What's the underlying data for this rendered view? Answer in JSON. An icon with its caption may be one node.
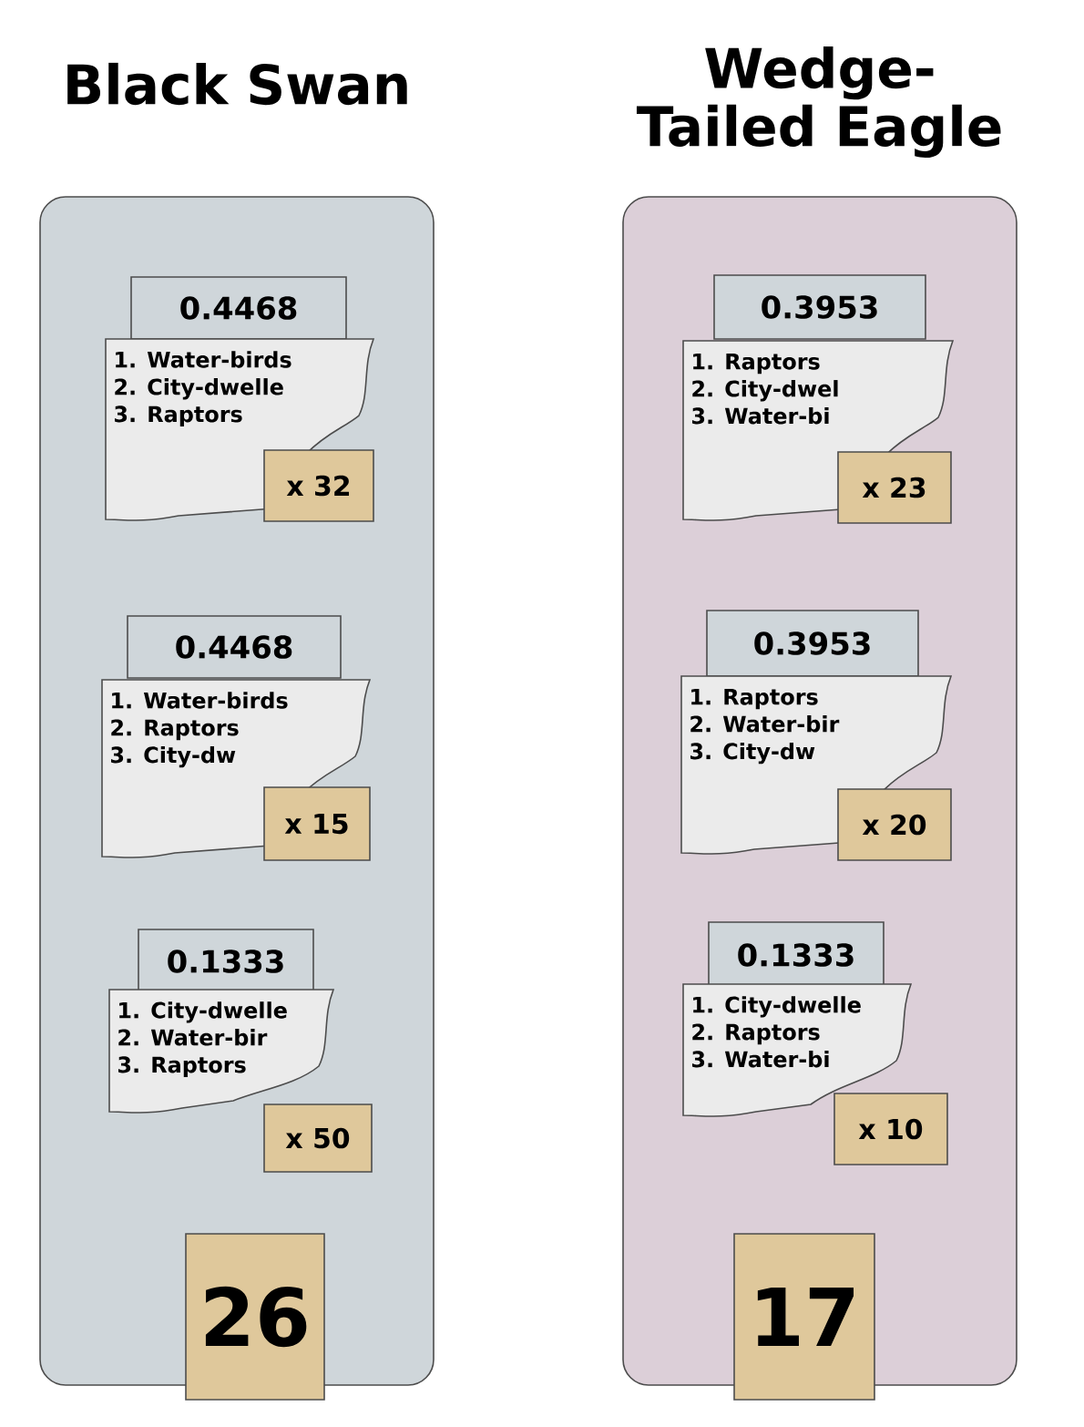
{
  "diagram": {
    "nodes": [
      {
        "text": [
          "Black Swan"
        ]
      },
      {
        "text": [
          "0.4468"
        ],
        "in": 0
      },
      {
        "text": [
          "1. Water-birds",
          "2. City-dwelle",
          "3. Raptors"
        ],
        "in": 0
      },
      {
        "text": [
          "x 32"
        ],
        "in": 0
      },
      {
        "text": [
          "0.4468"
        ],
        "in": 0
      },
      {
        "text": [
          "1. Water-birds",
          "2. Raptors",
          "3. City-dw"
        ],
        "in": 0
      },
      {
        "text": [
          "x 15"
        ],
        "in": 0
      },
      {
        "text": [
          "0.1333"
        ],
        "in": 0
      },
      {
        "text": [
          "1. City-dwelle",
          "2. Water-bir",
          "3. Raptors"
        ],
        "in": 0
      },
      {
        "text": [
          "x 50"
        ],
        "in": 0
      },
      {
        "text": [
          "26"
        ]
      },
      {
        "text": [
          "Wedge-Tailed Eagle"
        ]
      },
      {
        "text": [
          "0.3953"
        ],
        "in": 11
      },
      {
        "text": [
          "1. Raptors",
          "2. City-dwel",
          "3. Water-bi"
        ],
        "in": 11
      },
      {
        "text": [
          "x 23"
        ],
        "in": 11
      },
      {
        "text": [
          "0.3953"
        ],
        "in": 11
      },
      {
        "text": [
          "1. Raptors",
          "2. Water-bir",
          "3. City-dw"
        ],
        "in": 11
      },
      {
        "text": [
          "x 20"
        ],
        "in": 11
      },
      {
        "text": [
          "0.1333"
        ],
        "in": 11
      },
      {
        "text": [
          "1. City-dwelle",
          "2. Raptors",
          "3. Water-bi"
        ],
        "in": 11
      },
      {
        "text": [
          "x 10"
        ],
        "in": 11
      },
      {
        "text": [
          "17"
        ]
      }
    ]
  }
}
